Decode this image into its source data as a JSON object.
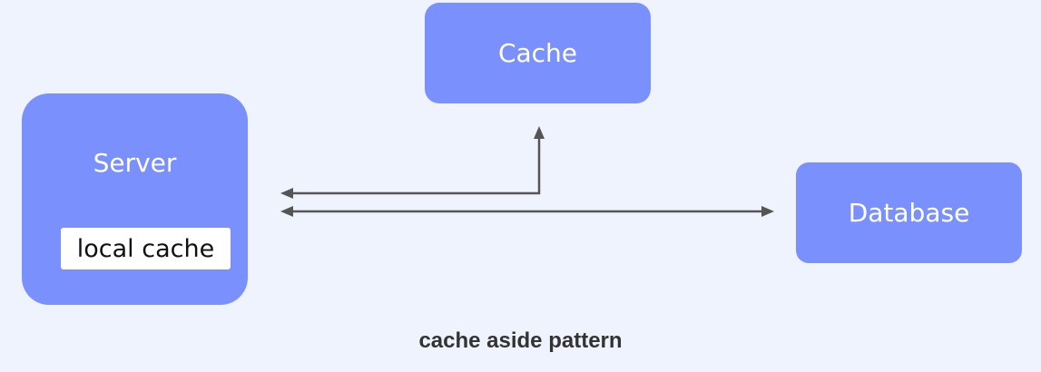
{
  "diagram": {
    "nodes": {
      "cache": "Cache",
      "server": "Server",
      "local_cache": "local cache",
      "database": "Database"
    },
    "caption": "cache aside pattern",
    "colors": {
      "background": "#eef3fd",
      "node_fill": "#7a91fd",
      "arrow": "#555555"
    }
  }
}
